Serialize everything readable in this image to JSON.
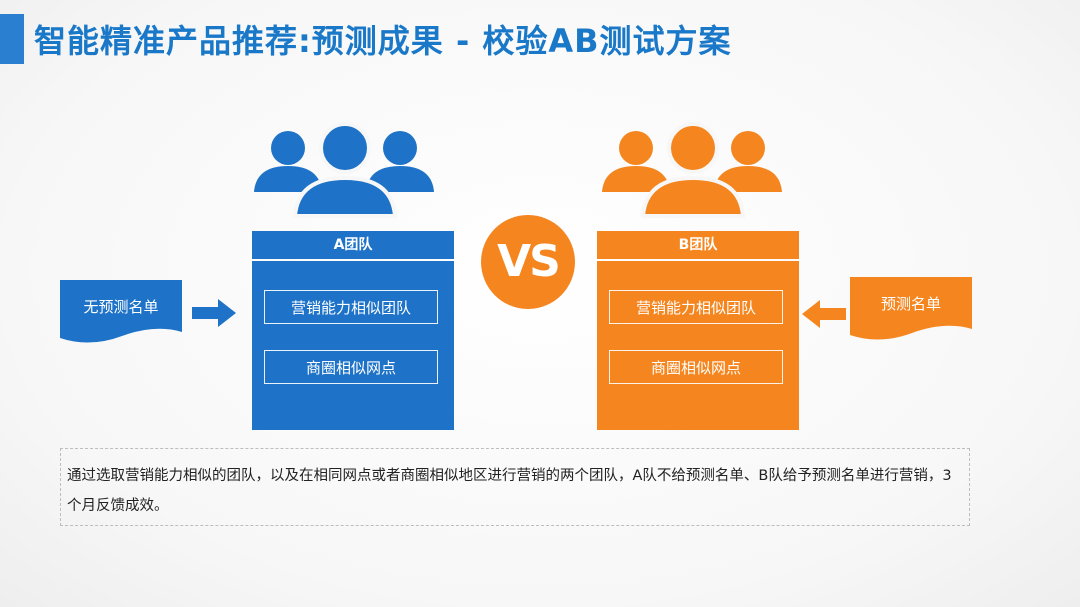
{
  "title": "智能精准产品推荐:预测成果 - 校验AB测试方案",
  "colors": {
    "blue": "#1e73c8",
    "orange": "#f5861f",
    "title": "#1a78c8"
  },
  "team_a": {
    "header": "A团队",
    "items": [
      "营销能力相似团队",
      "商圈相似网点"
    ],
    "input_label": "无预测名单"
  },
  "vs_label": "VS",
  "team_b": {
    "header": "B团队",
    "items": [
      "营销能力相似团队",
      "商圈相似网点"
    ],
    "input_label": "预测名单"
  },
  "note": "通过选取营销能力相似的团队，以及在相同网点或者商圈相似地区进行营销的两个团队，A队不给预测名单、B队给予预测名单进行营销，3个月反馈成效。"
}
